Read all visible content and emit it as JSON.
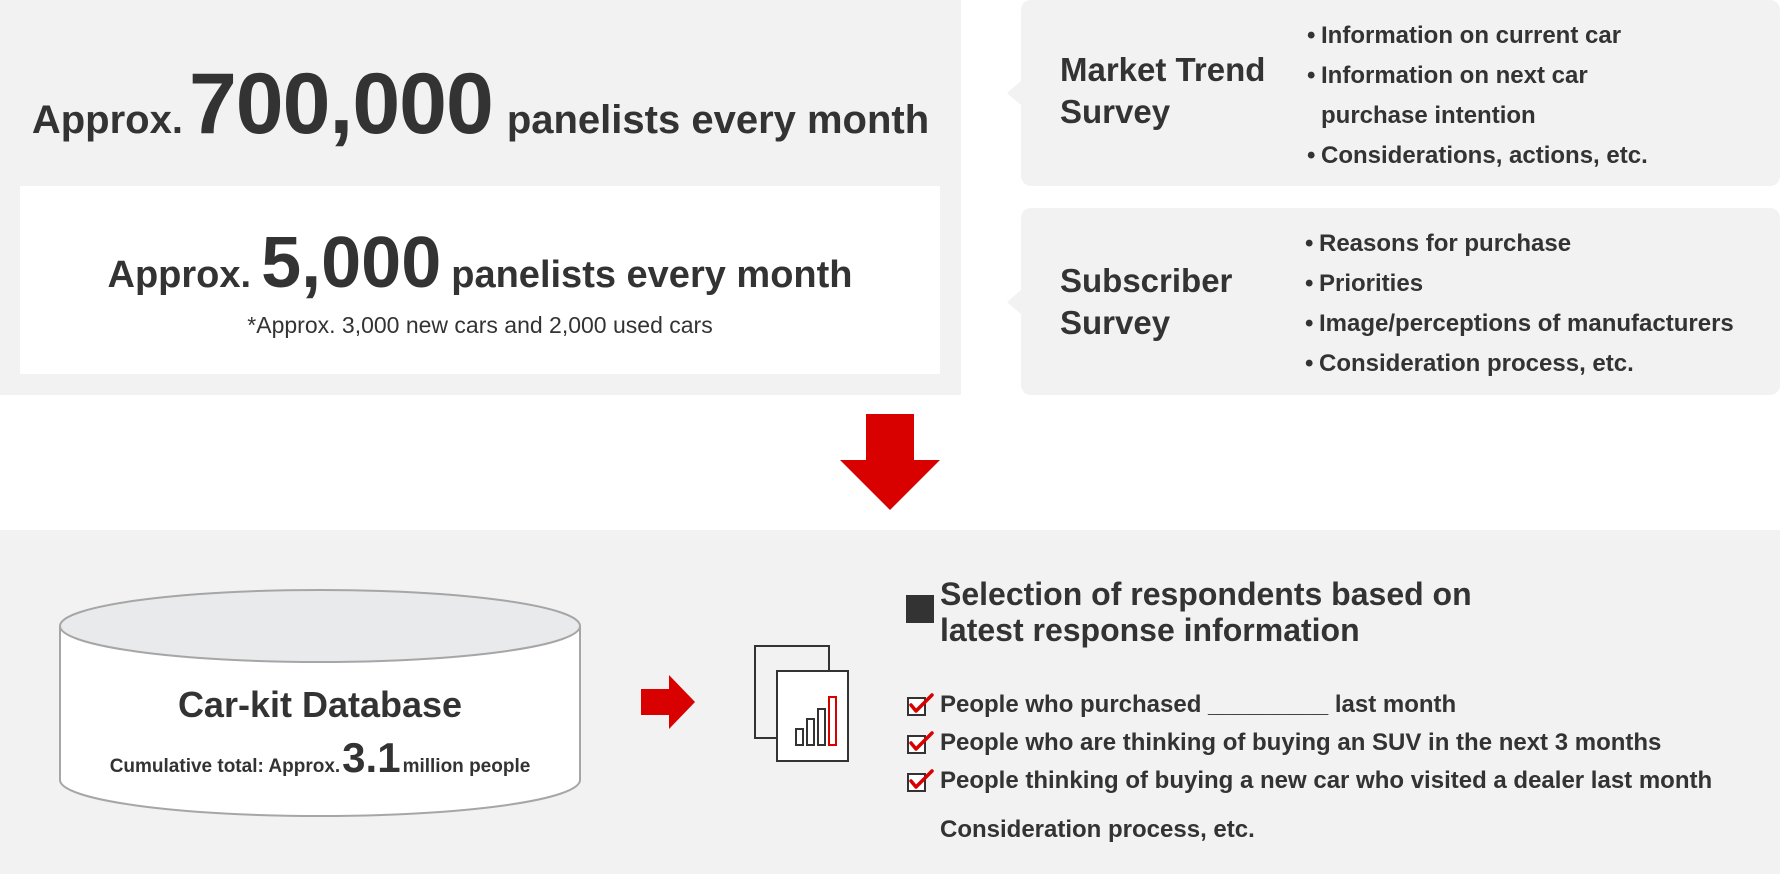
{
  "panel_monthly": {
    "prefix": "Approx.",
    "number": "700,000",
    "suffix": "panelists every month"
  },
  "subscriber_monthly": {
    "prefix": "Approx.",
    "number": "5,000",
    "suffix": "panelists every month",
    "footnote": "*Approx. 3,000 new cars and 2,000 used cars"
  },
  "surveys": [
    {
      "title_line1": "Market Trend",
      "title_line2": "Survey",
      "items": [
        "Information on current car",
        "Information on next car",
        "purchase intention",
        "Considerations, actions, etc."
      ]
    },
    {
      "title_line1": "Subscriber",
      "title_line2": "Survey",
      "items": [
        "Reasons for purchase",
        "Priorities",
        "Image/perceptions of manufacturers",
        "Consideration process, etc."
      ]
    }
  ],
  "bullet_char": "•",
  "database": {
    "title": "Car-kit Database",
    "total_prefix": "Cumulative total: Approx.",
    "total_number": "3.1",
    "total_suffix": "million people"
  },
  "selection": {
    "title_line1": "Selection of respondents based on",
    "title_line2": "latest response information",
    "criteria": [
      "People who purchased _________ last month",
      "People who are thinking of buying an SUV in the next 3 months",
      "People thinking of buying a new car who visited a dealer last month"
    ],
    "extra": "Consideration process, etc."
  },
  "colors": {
    "accent": "#d90000",
    "panel_bg": "#f2f2f2",
    "text": "#333333"
  },
  "icons": {
    "flow_arrow_down": "arrow-down-icon",
    "flow_arrow_right": "arrow-right-icon",
    "report_document": "document-chart-icon",
    "check": "checkbox-checked-icon"
  }
}
